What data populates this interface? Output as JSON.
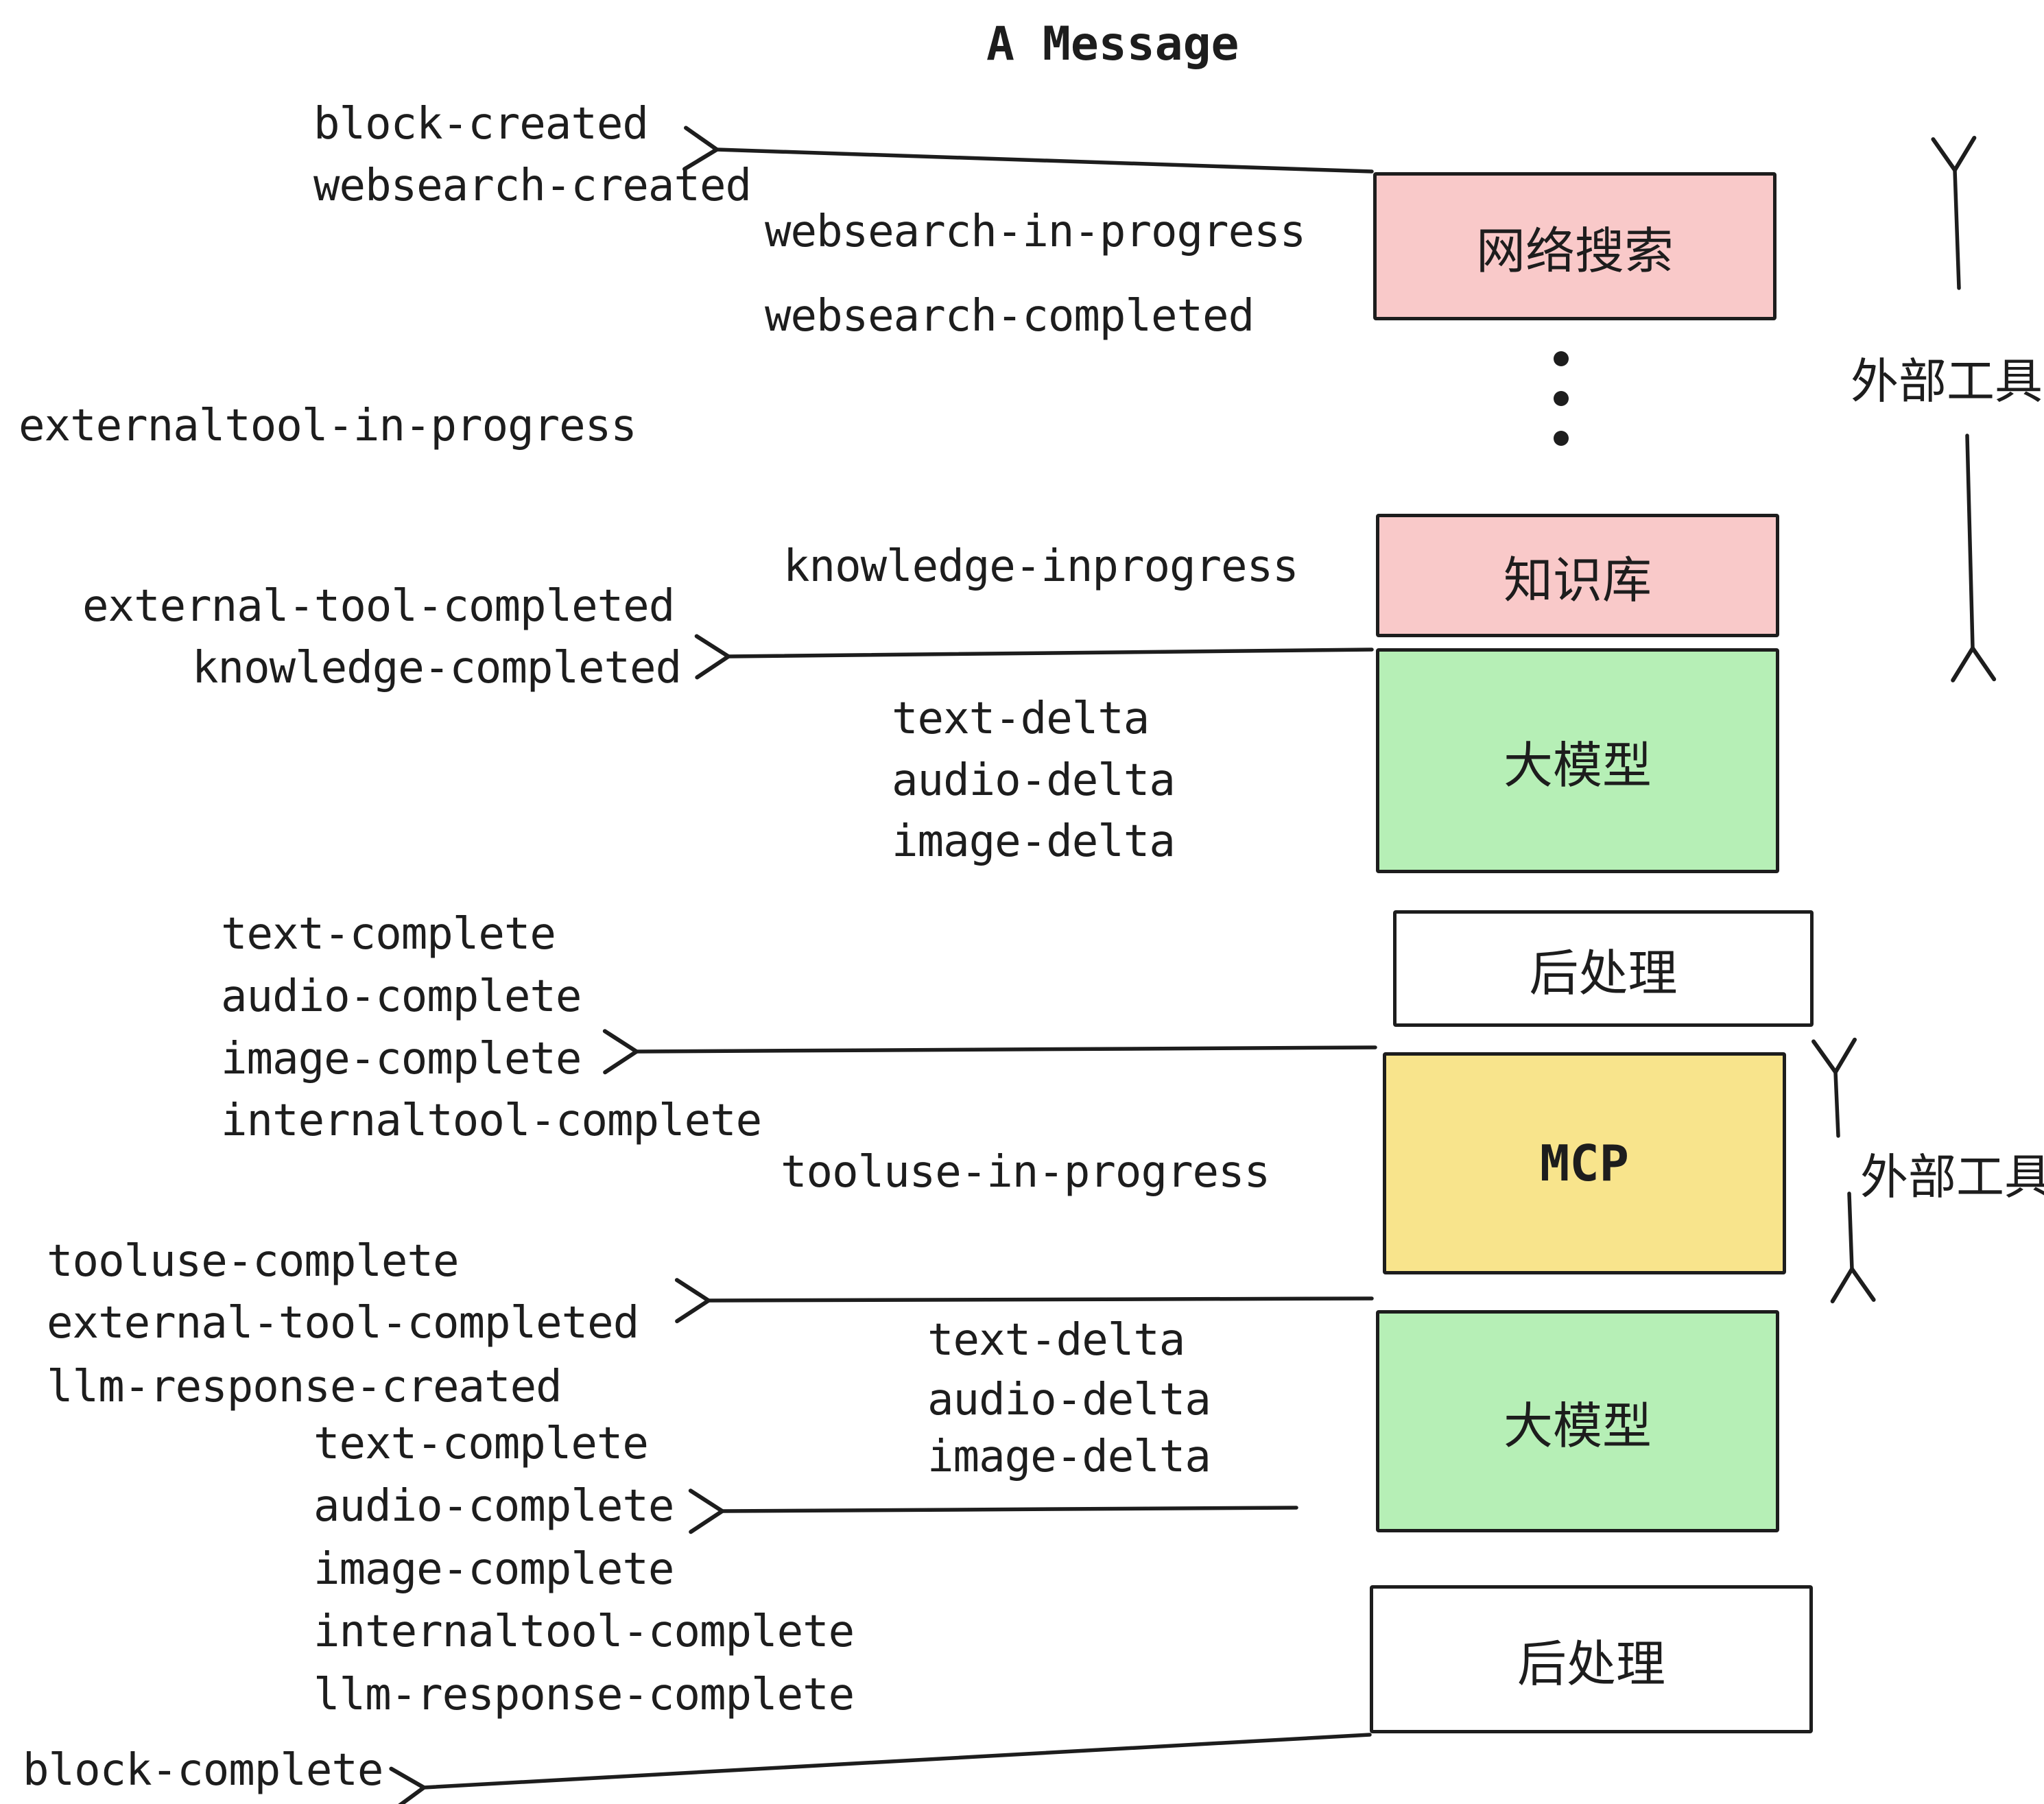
{
  "title": "A Message",
  "colors": {
    "pink": "#f9c9c9",
    "green": "#b6efb6",
    "yellow": "#f8e48c",
    "white_box": "#ffffff",
    "ink": "#1d1d1d",
    "background": "#ffffff"
  },
  "boxes": {
    "websearch": {
      "label": "网络搜索"
    },
    "knowledge": {
      "label": "知识库"
    },
    "llm1": {
      "label": "大模型"
    },
    "post1": {
      "label": "后处理"
    },
    "mcp": {
      "label": "MCP"
    },
    "llm2": {
      "label": "大模型"
    },
    "post2": {
      "label": "后处理"
    }
  },
  "side_labels": {
    "external_tools_top": "外部工具",
    "external_tools_mid": "外部工具"
  },
  "events": {
    "block_created": "block-created",
    "websearch_created": "websearch-created",
    "websearch_in_progress": "websearch-in-progress",
    "websearch_completed": "websearch-completed",
    "externaltool_in_progress": "externaltool-in-progress",
    "knowledge_inprogress": "knowledge-inprogress",
    "external_tool_completed_1": "external-tool-completed",
    "knowledge_completed": "knowledge-completed",
    "text_delta_1": "text-delta",
    "audio_delta_1": "audio-delta",
    "image_delta_1": "image-delta",
    "text_complete_1": "text-complete",
    "audio_complete_1": "audio-complete",
    "image_complete_1": "image-complete",
    "internaltool_complete_1": "internaltool-complete",
    "tooluse_in_progress": "tooluse-in-progress",
    "tooluse_complete": "tooluse-complete",
    "external_tool_completed_2": "external-tool-completed",
    "llm_response_created": "llm-response-created",
    "text_delta_2": "text-delta",
    "audio_delta_2": "audio-delta",
    "image_delta_2": "image-delta",
    "text_complete_2": "text-complete",
    "audio_complete_2": "audio-complete",
    "image_complete_2": "image-complete",
    "internaltool_complete_2": "internaltool-complete",
    "llm_response_complete": "llm-response-complete",
    "block_complete": "block-complete"
  }
}
